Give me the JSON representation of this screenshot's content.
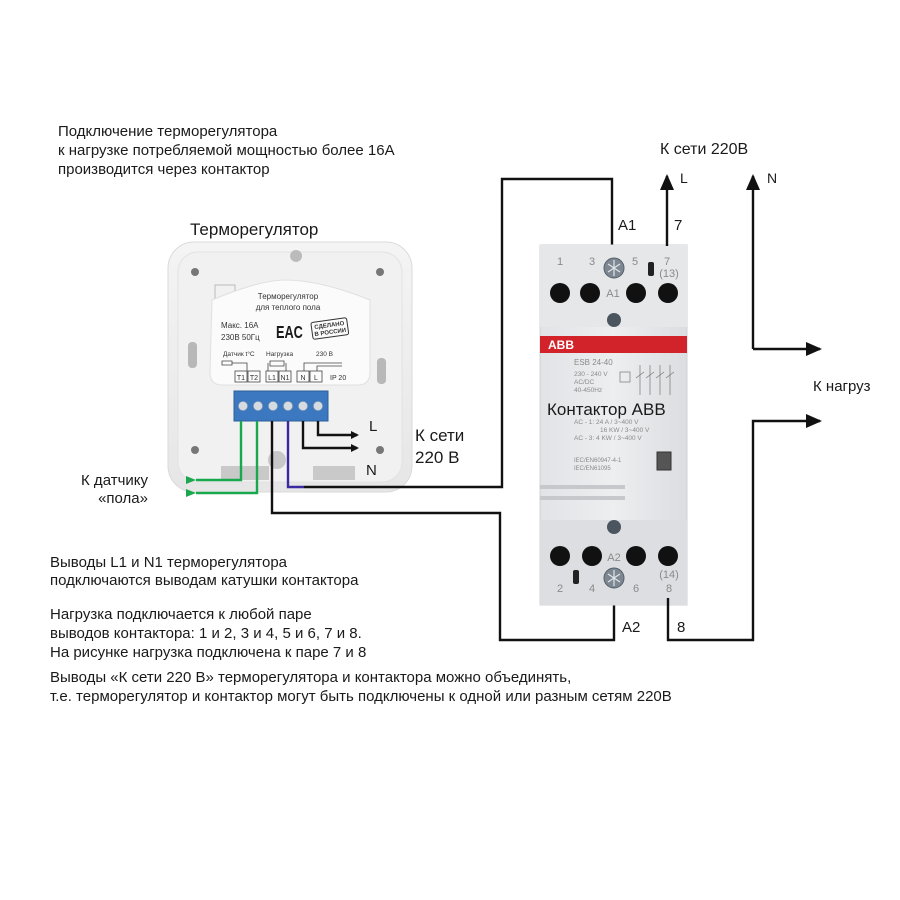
{
  "intro": {
    "lines": [
      "Подключение терморегулятора",
      "к нагрузке потребляемой мощностью более 16А",
      "производится через контактор"
    ]
  },
  "thermostat": {
    "title": "Терморегулятор",
    "module_title_1": "Терморегулятор",
    "module_title_2": "для теплого пола",
    "spec_1": "Макс. 16А",
    "spec_2": "230В  50Гц",
    "cert_mark": "EAC",
    "made_in_1": "СДЕЛАНО",
    "made_in_2": "В РОССИИ",
    "group_sensor": "Датчик t°C",
    "group_load": "Нагрузка",
    "group_power": "230 В",
    "terminals": [
      "T1",
      "T2",
      "L1",
      "N1",
      "N",
      "L"
    ],
    "ip_rating": "IP 20"
  },
  "thermostat_wiring": {
    "line_label": "L",
    "neutral_label": "N",
    "mains_label_1": "К сети",
    "mains_label_2": "220 В",
    "sensor_label_1": "К датчику",
    "sensor_label_2": "«пола»",
    "sensor_wire_color": "#1aa84f",
    "n1_wire_color": "#3a2aa0"
  },
  "contactor": {
    "name_label": "Контактор ABB",
    "brand": "ABB",
    "brand_color": "#d2232a",
    "model": "ESB 24-40",
    "rating_1": "230 - 240 V",
    "rating_2": "AC/DC",
    "rating_3": "40-450Hz",
    "ac1": "AC - 1:  24 A / 3~400 V",
    "ac1b": "16 KW / 3~400 V",
    "ac3": "AC - 3:   4 KW / 3~400 V",
    "std_1": "IEC/EN60947-4-1",
    "std_2": "IEC/EN61095",
    "top_terminals": [
      "1",
      "3",
      "5",
      "7"
    ],
    "top_extra": "(13)",
    "coil_top": "A1",
    "bottom_terminals": [
      "2",
      "4",
      "6",
      "8"
    ],
    "bottom_extra": "(14)",
    "coil_bottom": "A2",
    "diagram_top": "1 3 5 7(13)",
    "diagram_bottom": "2 4 6 8(14)"
  },
  "contactor_wiring": {
    "mains_label": "К сети 220В",
    "line_label": "L",
    "neutral_label": "N",
    "a1_label": "A1",
    "t7_label": "7",
    "a2_label": "A2",
    "t8_label": "8",
    "load_label": "К нагруз"
  },
  "notes": {
    "coil_lines": [
      "Выводы L1 и N1 терморегулятора",
      "подключаются выводам катушки контактора"
    ],
    "load_lines": [
      "Нагрузка подключается к любой паре",
      "выводов контактора: 1 и 2, 3 и 4, 5 и 6, 7 и 8.",
      "На рисунке нагрузка подключена к паре 7 и 8"
    ],
    "combine_lines": [
      "Выводы «К сети 220 В» терморегулятора и контактора можно объединять,",
      "т.е. терморегулятор и контактор могут быть подключены к одной или разным сетям 220В"
    ]
  }
}
